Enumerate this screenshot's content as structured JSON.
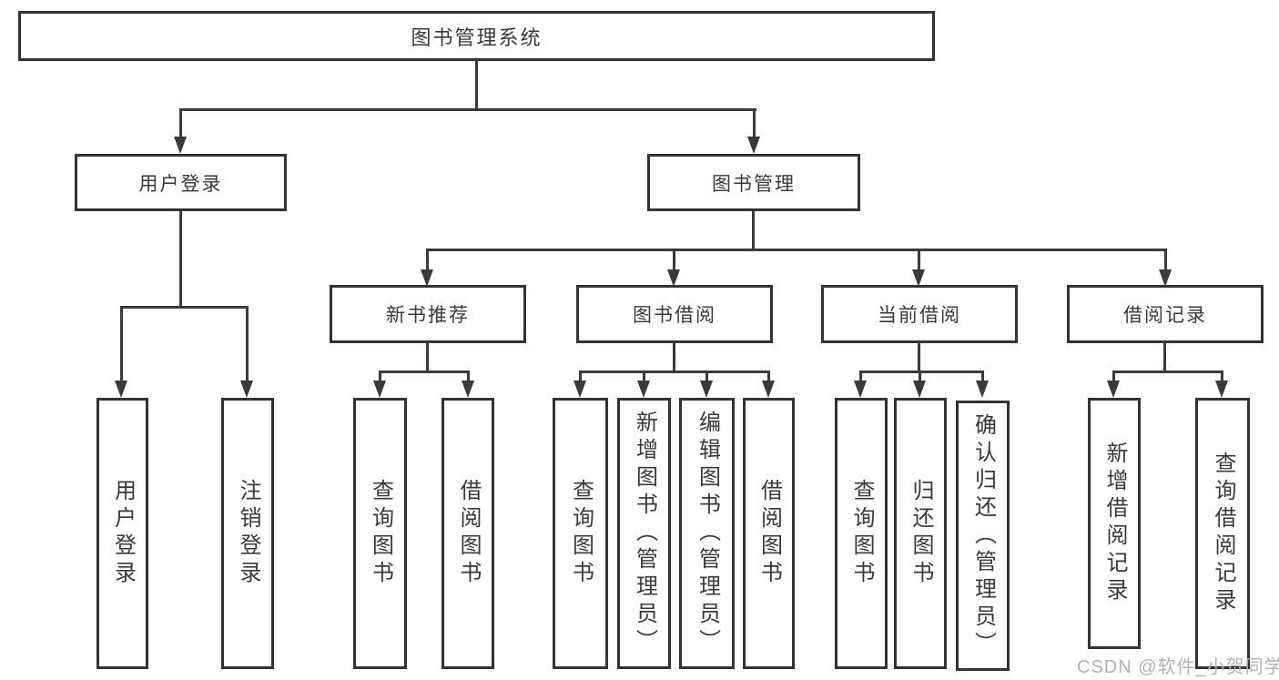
{
  "diagram": {
    "root": {
      "label": "图书管理系统"
    },
    "level1": [
      {
        "label": "用户登录",
        "children": [
          {
            "label": "用户登录"
          },
          {
            "label": "注销登录"
          }
        ]
      },
      {
        "label": "图书管理",
        "children": [
          {
            "label": "新书推荐",
            "children": [
              {
                "label": "查询图书"
              },
              {
                "label": "借阅图书"
              }
            ]
          },
          {
            "label": "图书借阅",
            "children": [
              {
                "label": "查询图书"
              },
              {
                "label": "新增图书（管理员）"
              },
              {
                "label": "编辑图书（管理员）"
              },
              {
                "label": "借阅图书"
              }
            ]
          },
          {
            "label": "当前借阅",
            "children": [
              {
                "label": "查询图书"
              },
              {
                "label": "归还图书"
              },
              {
                "label": "确认归还（管理员）"
              }
            ]
          },
          {
            "label": "借阅记录",
            "children": [
              {
                "label": "新增借阅记录"
              },
              {
                "label": "查询借阅记录"
              }
            ]
          }
        ]
      }
    ],
    "watermark": "CSDN @软件_小贺同学",
    "colors": {
      "line": "#3a3a3a",
      "box_border": "#333333",
      "text": "#3a3a3a",
      "background": "#ffffff",
      "watermark": "#b3b3b3"
    }
  }
}
